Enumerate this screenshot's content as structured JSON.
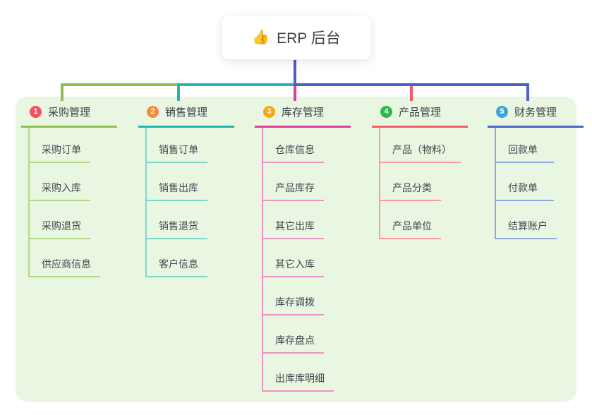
{
  "root_node": {
    "emoji": "👍",
    "label": "ERP 后台"
  },
  "canvas": {
    "background": "#ffffff",
    "panel_background": "#e9f6e2",
    "root_connector_color": "#4a5ec4"
  },
  "branches": [
    {
      "number": "1",
      "label": "采购管理",
      "badge_color": "#f54f63",
      "line_color": "#8cc152",
      "sub_line_color": "#b2d786",
      "children": [
        "采购订单",
        "采购入库",
        "采购退货",
        "供应商信息"
      ]
    },
    {
      "number": "2",
      "label": "销售管理",
      "badge_color": "#f8893f",
      "line_color": "#1fb9ab",
      "sub_line_color": "#7fd6ca",
      "children": [
        "销售订单",
        "销售出库",
        "销售退货",
        "客户信息"
      ]
    },
    {
      "number": "3",
      "label": "库存管理",
      "badge_color": "#f9a61b",
      "line_color": "#de3f9e",
      "sub_line_color": "#ef92c5",
      "children": [
        "仓库信息",
        "产品库存",
        "其它出库",
        "其它入库",
        "库存调拨",
        "库存盘点",
        "出库库明细"
      ]
    },
    {
      "number": "4",
      "label": "产品管理",
      "badge_color": "#2db84f",
      "line_color": "#f25e66",
      "sub_line_color": "#f89da2",
      "children": [
        "产品（物料）",
        "产品分类",
        "产品单位"
      ]
    },
    {
      "number": "5",
      "label": "财务管理",
      "badge_color": "#38a5dd",
      "line_color": "#4a66c8",
      "sub_line_color": "#92a7de",
      "children": [
        "回款单",
        "付款单",
        "结算账户"
      ]
    }
  ]
}
